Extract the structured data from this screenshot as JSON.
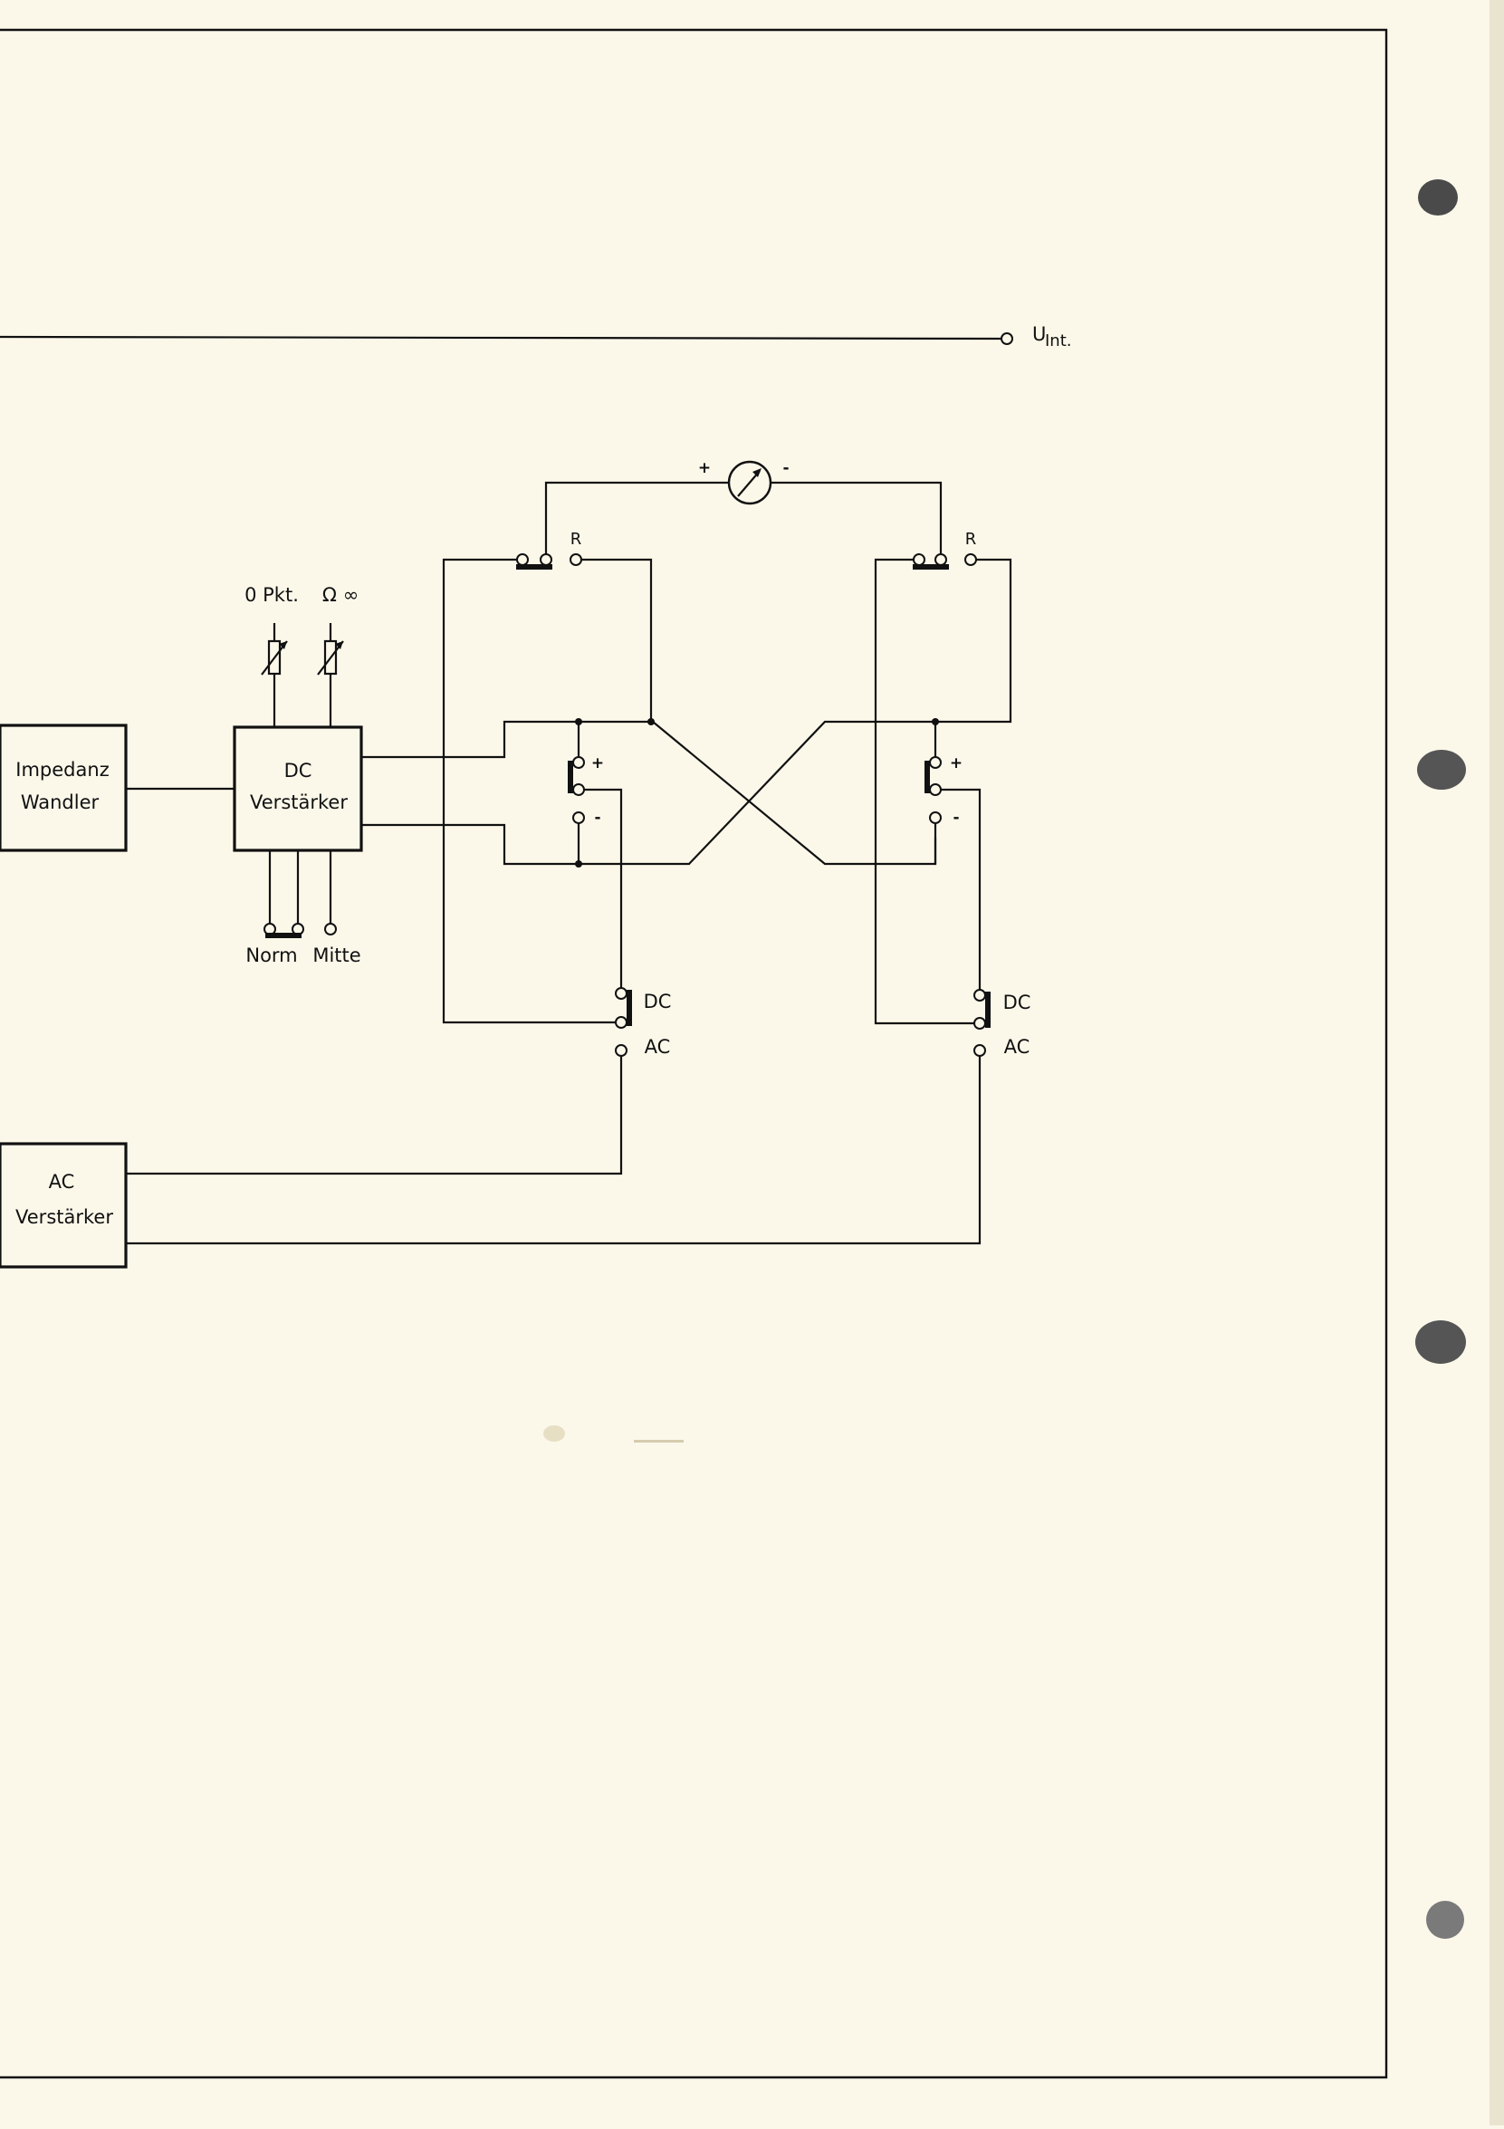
{
  "diagram": {
    "supply_label": "U",
    "supply_subscript": "Int.",
    "blocks": {
      "impedance_converter": [
        "Impedanz",
        "Wandler"
      ],
      "dc_amplifier": [
        "DC",
        "Verstärker"
      ],
      "ac_amplifier": [
        "AC",
        "Verstärker"
      ]
    },
    "trimmers": {
      "zero_point": "0 Pkt.",
      "ohm_infinity": "Ω ∞"
    },
    "mode_switch": {
      "norm": "Norm",
      "center": "Mitte"
    },
    "meter": {
      "plus": "+",
      "minus": "-"
    },
    "switches": {
      "range": "R",
      "polarity_plus": "+",
      "polarity_minus": "-",
      "dc": "DC",
      "ac": "AC"
    }
  }
}
